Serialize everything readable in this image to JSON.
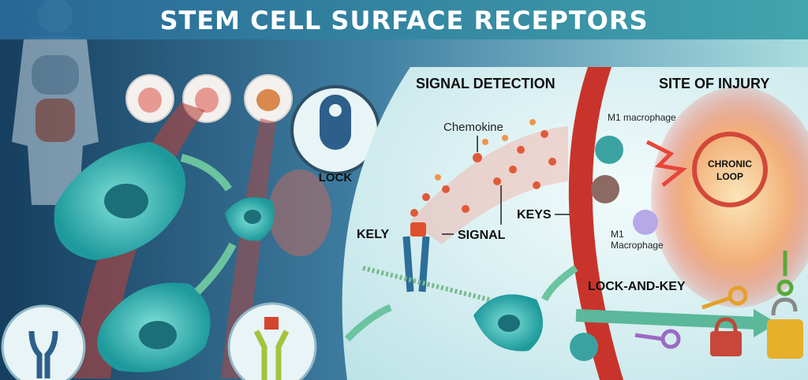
{
  "title": "STEM CELL SURFACE RECEPTORS",
  "sections": {
    "signal_detection": "SIGNAL DETECTION",
    "site_of_injury": "SITE OF INJURY",
    "lock_and_key": "LOCK-AND-KEY"
  },
  "labels": {
    "lock": "LOCK",
    "chemokine": "Chemokine",
    "kely": "KELY",
    "signal": "SIGNAL",
    "keys": "KEYS",
    "m1_macrophage_top": "M1 macrophage",
    "m1_macrophage_bottom_line1": "M1",
    "m1_macrophage_bottom_line2": "Macrophage",
    "chronic_loop_line1": "CHRONIC",
    "chronic_loop_line2": "LOOP"
  },
  "colors": {
    "banner": "#2f7fa8",
    "background_dark": "#1c4f72",
    "panel_light": "#d8f0f2",
    "vessel_red": "#c8342c",
    "chemokine": "#e05a3a",
    "cell_teal": "#2fb3b0",
    "arrow_green": "#5bb89a"
  }
}
